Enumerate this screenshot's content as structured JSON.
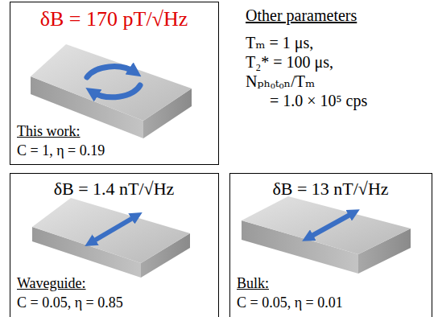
{
  "diagram": {
    "nodes": [
      {
        "text": [
          "δB = 170 pT/√Hz",
          "This work:",
          "C = 1, η = 0.19"
        ]
      },
      {
        "text": [
          "δB = 1.4 nT/√Hz",
          "Waveguide:",
          "C = 0.05, η = 0.85"
        ]
      },
      {
        "text": [
          "δB = 13 nT/√Hz",
          "Bulk:",
          "C = 0.05, η = 0.01"
        ]
      }
    ],
    "labels": [
      "Other parameters",
      "Tₘ = 1 μs,",
      "T₂* = 100 μs,",
      "Nₚₕₒₜₒₙ/Tₘ",
      "= 1.0 × 10⁵ cps"
    ]
  }
}
